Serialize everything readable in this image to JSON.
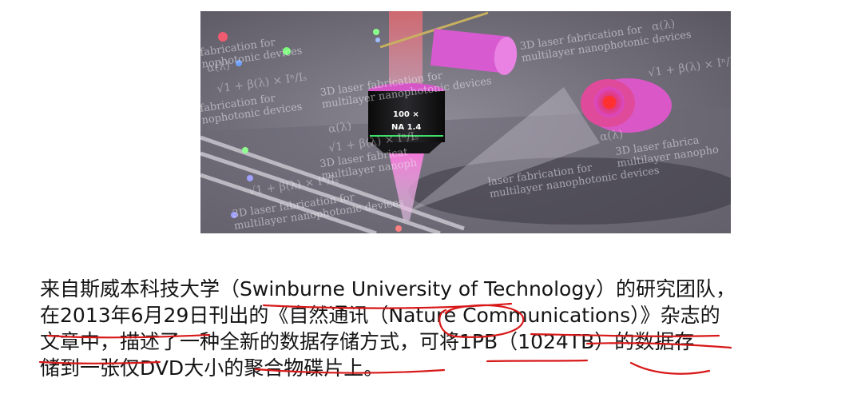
{
  "figure": {
    "lens_magnification": "100 ×",
    "lens_aperture": "NA 1.4",
    "captions": [
      "3D laser fabrication for\nmultilayer nanophotonic devices",
      "3D laser fabrica\nmultilayer nanopho",
      "fabrication for\nnophotonic devices",
      "3D laser fabrication for\nmultilayer nanophotonic devices",
      "laser fabrication for\nmultilayer nanophotonic devices",
      "fabrication for\nnophotonic devices",
      "3D laser fabricat\nmultilayer nanoph",
      "3D laser fabrication for\nmultilayer nanophotonic devices"
    ],
    "formulas": [
      "α(λ)",
      "√1 + β(λ) × Iⁿ/Iₛ",
      "α(λ)",
      "√1 + β(λ) × Iⁿ/Iₛ",
      "α(λ)",
      "√1 + β(λ) × Iⁿ/Iₛ",
      "α(λ)",
      "√1 + β(λ) × Iⁿ/Iₛ"
    ]
  },
  "paragraph": {
    "line1": {
      "a": "来自斯威本科技大学（",
      "b": "Swinburne University of Technology",
      "c": "）的研究团队，"
    },
    "line2": {
      "a": "在",
      "b": "2013年6月29",
      "c": "日刊出的《自然通讯（",
      "d": "Nature",
      "e": " Communications）》杂志的"
    },
    "line3": {
      "a": "文章中，描述了一种全新的数据存储方式，可将",
      "b": "1PB",
      "c": "（",
      "d": "1024TB",
      "e": "）的数据存"
    },
    "line4": {
      "a": "储到一张仅",
      "b": "DVD",
      "c": "大小的聚合物碟片上。"
    }
  },
  "colors": {
    "annotation": "#d81818",
    "text": "#141414"
  }
}
